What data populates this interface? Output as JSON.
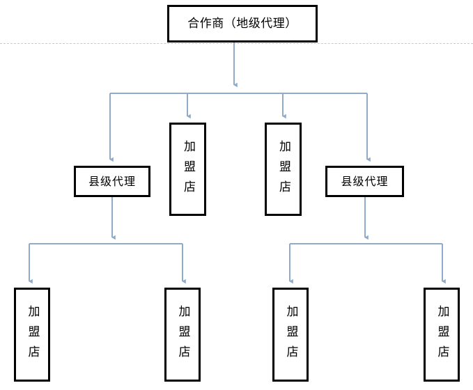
{
  "diagram": {
    "type": "org-chart",
    "title_text": "",
    "accent_color": "#8fabc7",
    "box_border_color": "#000000",
    "background_color": "#ffffff",
    "guide_line_color": "#c9c9c9",
    "levels": [
      {
        "level": 1,
        "nodes": [
          {
            "id": "root",
            "label": "合作商（地级代理）",
            "orientation": "horizontal"
          }
        ]
      },
      {
        "level": 2,
        "nodes": [
          {
            "id": "county-left",
            "label": "县级代理",
            "orientation": "horizontal"
          },
          {
            "id": "store-mid-left",
            "label": "加盟店",
            "orientation": "vertical"
          },
          {
            "id": "store-mid-right",
            "label": "加盟店",
            "orientation": "vertical"
          },
          {
            "id": "county-right",
            "label": "县级代理",
            "orientation": "horizontal"
          }
        ]
      },
      {
        "level": 3,
        "nodes": [
          {
            "id": "store-b1",
            "label": "加盟店",
            "orientation": "vertical"
          },
          {
            "id": "store-b2",
            "label": "加盟店",
            "orientation": "vertical"
          },
          {
            "id": "store-b3",
            "label": "加盟店",
            "orientation": "vertical"
          },
          {
            "id": "store-b4",
            "label": "加盟店",
            "orientation": "vertical"
          }
        ]
      }
    ],
    "edges": [
      {
        "from": "root",
        "to": "level-2-bus"
      },
      {
        "from": "level-2-bus",
        "to": "county-left"
      },
      {
        "from": "level-2-bus",
        "to": "store-mid-left"
      },
      {
        "from": "level-2-bus",
        "to": "store-mid-right"
      },
      {
        "from": "level-2-bus",
        "to": "county-right"
      },
      {
        "from": "county-left",
        "to": "store-b1"
      },
      {
        "from": "county-left",
        "to": "store-b2"
      },
      {
        "from": "county-right",
        "to": "store-b3"
      },
      {
        "from": "county-right",
        "to": "store-b4"
      }
    ]
  }
}
